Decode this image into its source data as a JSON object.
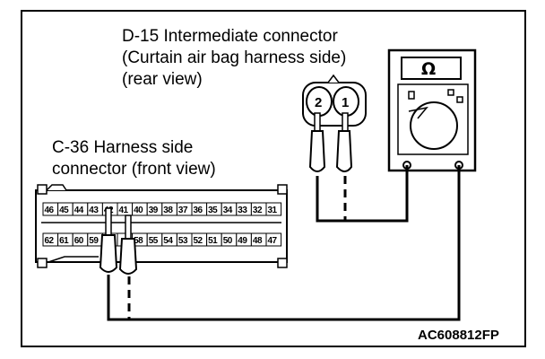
{
  "title_d15": {
    "line1": "D-15 Intermediate connector",
    "line2": "(Curtain air bag harness side)",
    "line3": "(rear view)"
  },
  "title_c36": {
    "line1": "C-36 Harness side",
    "line2": "connector (front view)"
  },
  "d15_pins": [
    "2",
    "1"
  ],
  "c36_top_row": [
    "46",
    "45",
    "44",
    "43",
    "42",
    "41",
    "40",
    "39",
    "38",
    "37",
    "36",
    "35",
    "34",
    "33",
    "32",
    "31"
  ],
  "c36_bottom_row": [
    "62",
    "61",
    "60",
    "59",
    "",
    "",
    "58",
    "55",
    "54",
    "53",
    "52",
    "51",
    "50",
    "49",
    "48",
    "47"
  ],
  "meter": {
    "symbol": "Ω"
  },
  "figure_code": "AC608812FP"
}
